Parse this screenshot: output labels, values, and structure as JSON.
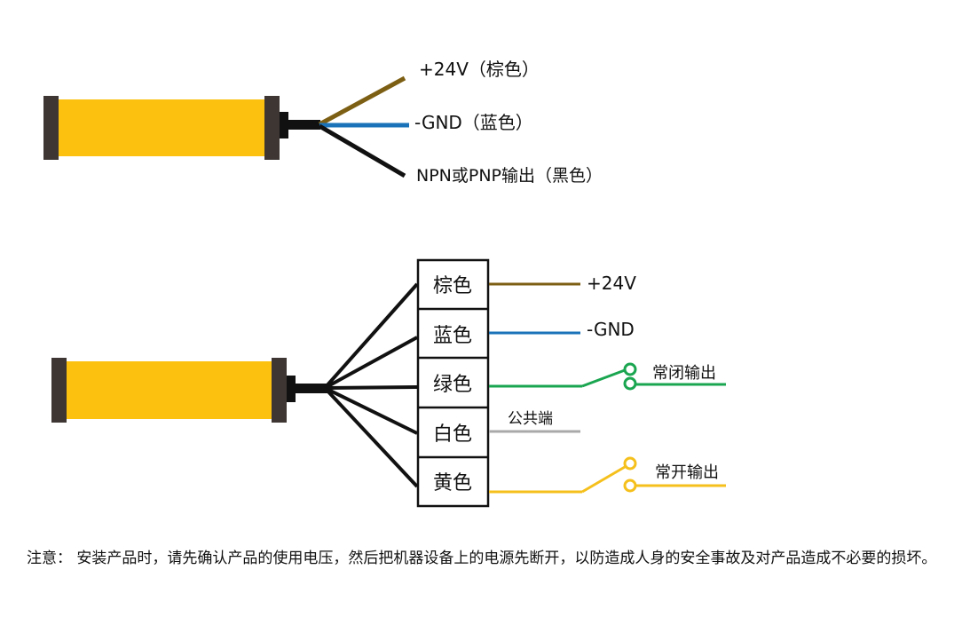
{
  "colors": {
    "brown": "#7d5f14",
    "blue": "#1a73b8",
    "green": "#1aa550",
    "gray": "#a9a9a9",
    "yellow": "#f5c01c",
    "black": "#111111",
    "sensor_body": "#fcc00e",
    "sensor_cap": "#3d3633"
  },
  "diagram_3wire": {
    "wire_brown_label": "+24V（棕色）",
    "wire_blue_label": "-GND（蓝色）",
    "wire_black_label": "NPN或PNP输出（黑色）"
  },
  "diagram_5wire": {
    "terminals": [
      "棕色",
      "蓝色",
      "绿色",
      "白色",
      "黄色"
    ],
    "out_brown_label": "+24V",
    "out_blue_label": "-GND",
    "nc_output_label": "常闭输出",
    "common_label": "公共端",
    "no_output_label": "常开输出"
  },
  "note": {
    "text": "注意： 安装产品时，请先确认产品的使用电压，然后把机器设备上的电源先断开，以防造成人身的安全事故及对产品造成不必要的损坏。"
  }
}
